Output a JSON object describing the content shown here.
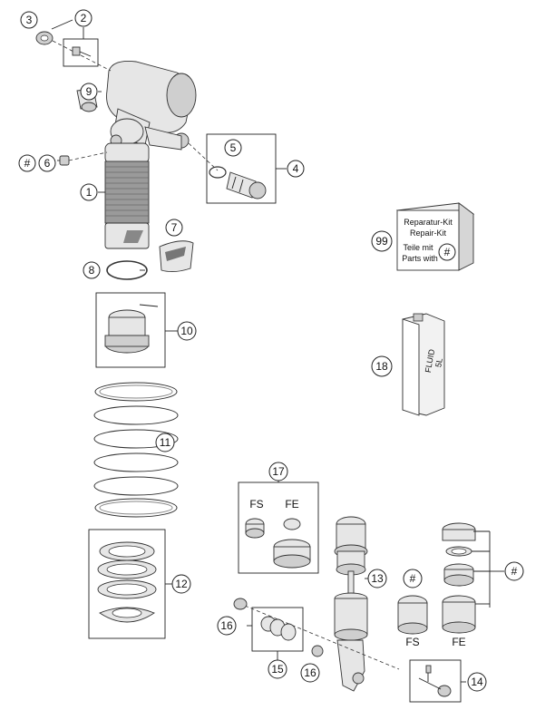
{
  "callouts": {
    "c1": "1",
    "c2": "2",
    "c3": "3",
    "c4": "4",
    "c5": "5",
    "c6": "6",
    "c7": "7",
    "c8": "8",
    "c9": "9",
    "c10": "10",
    "c11": "11",
    "c12": "12",
    "c13": "13",
    "c14": "14",
    "c15": "15",
    "c16a": "16",
    "c16b": "16",
    "c17": "17",
    "c18": "18",
    "c99": "99",
    "hash1": "#",
    "hash2": "#",
    "hash3": "#",
    "hash4": "#"
  },
  "kit": {
    "line1": "Reparatur-Kit",
    "line2": "Repair-Kit",
    "line3": "Teile mit",
    "line4": "Parts with"
  },
  "fluid": {
    "line1": "FLUID",
    "line2": "5L"
  },
  "variants": {
    "fs_top": "FS",
    "fe_top": "FE",
    "fs_bottom": "FS",
    "fe_bottom": "FE"
  }
}
